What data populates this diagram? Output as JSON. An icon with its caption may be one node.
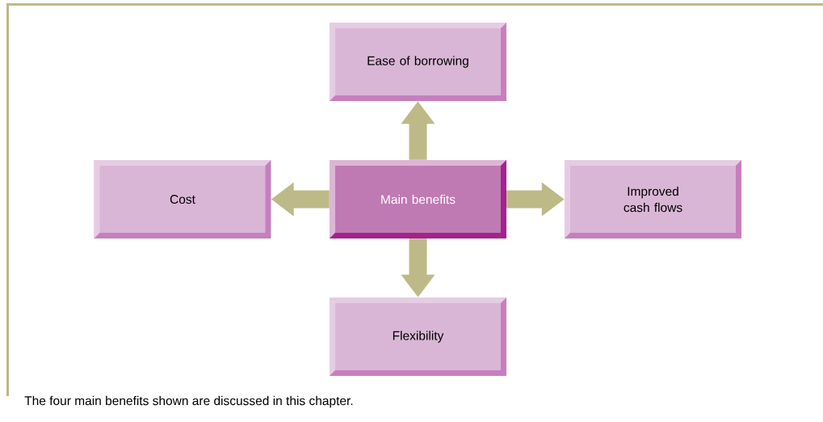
{
  "diagram": {
    "caption": "The four main benefits shown are discussed in this chapter.",
    "nodes": [
      {
        "text": [
          "Main benefits"
        ]
      },
      {
        "text": [
          "Ease of borrowing"
        ]
      },
      {
        "text": [
          "Cost"
        ]
      },
      {
        "text": [
          "Improved cash flows"
        ]
      },
      {
        "text": [
          "Flexibility"
        ]
      }
    ],
    "edges": [
      {
        "from": 0,
        "to": 1,
        "arrow": "to"
      },
      {
        "from": 0,
        "to": 2,
        "arrow": "to"
      },
      {
        "from": 0,
        "to": 3,
        "arrow": "to"
      },
      {
        "from": 0,
        "to": 4,
        "arrow": "to"
      }
    ]
  }
}
